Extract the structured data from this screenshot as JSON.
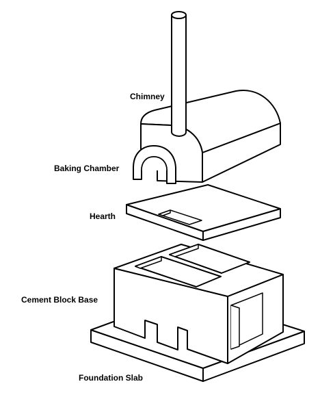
{
  "labels": {
    "chimney": "Chimney",
    "baking_chamber": "Baking Chamber",
    "hearth": "Hearth",
    "cement_block_base": "Cement Block Base",
    "foundation_slab": "Foundation Slab"
  }
}
